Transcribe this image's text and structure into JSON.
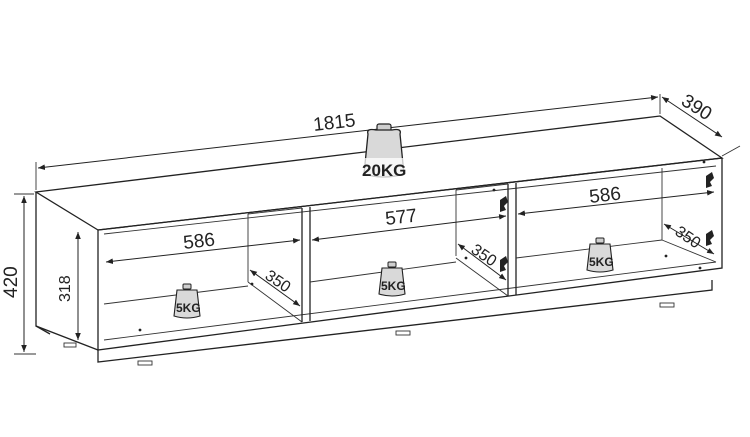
{
  "dimensions": {
    "width": "1815",
    "depth": "390",
    "height": "420",
    "inner_height": "318",
    "left_compartment_width": "586",
    "middle_compartment_width": "577",
    "right_compartment_width": "586",
    "left_compartment_depth": "350",
    "middle_compartment_depth": "350",
    "right_compartment_depth": "350"
  },
  "load_labels": {
    "top": "20KG",
    "left_shelf": "5KG",
    "middle_shelf": "5KG",
    "right_shelf": "5KG"
  },
  "colors": {
    "line": "#222222",
    "weight_fill": "#d9d9d9"
  }
}
